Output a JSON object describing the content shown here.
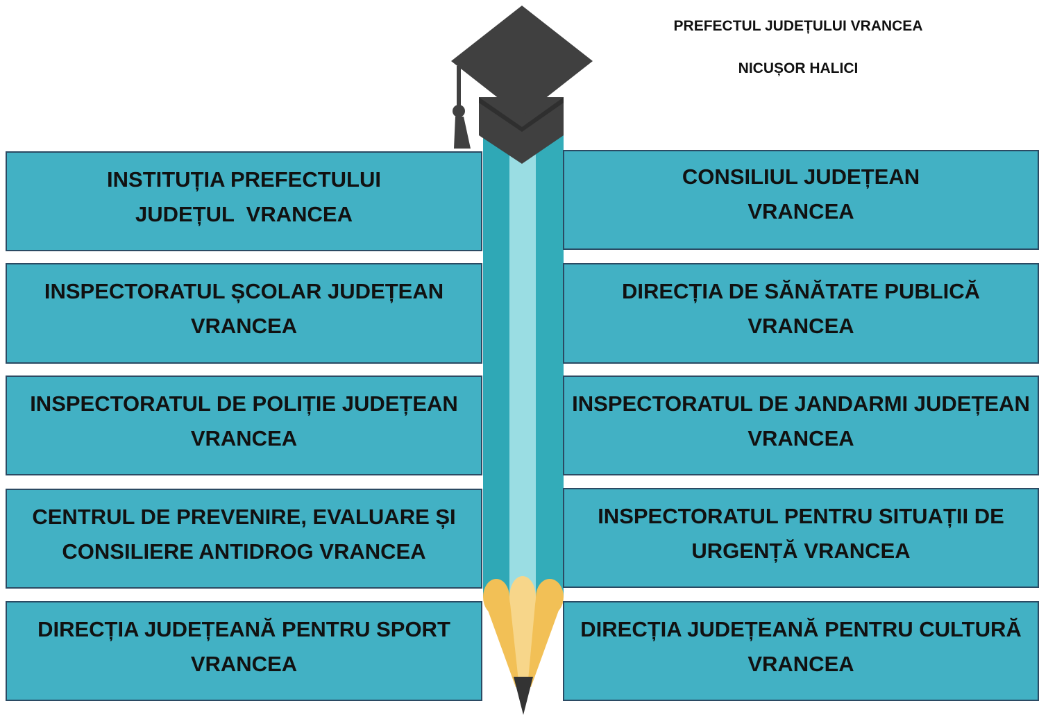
{
  "header": {
    "title": "PREFECTUL JUDEȚULUI VRANCEA",
    "name": "NICUȘOR HALICI"
  },
  "left_boxes": [
    {
      "line1": "INSTITUȚIA PREFECTULUI",
      "line2": "JUDEȚUL  VRANCEA"
    },
    {
      "line1": "INSPECTORATUL ȘCOLAR JUDEȚEAN",
      "line2": "VRANCEA"
    },
    {
      "line1": "INSPECTORATUL DE POLIȚIE JUDEȚEAN",
      "line2": "VRANCEA"
    },
    {
      "line1": "CENTRUL DE PREVENIRE, EVALUARE ȘI",
      "line2": "CONSILIERE ANTIDROG VRANCEA"
    },
    {
      "line1": "DIRECȚIA JUDEȚEANĂ PENTRU SPORT",
      "line2": "VRANCEA"
    }
  ],
  "right_boxes": [
    {
      "line1": "CONSILIUL JUDEȚEAN",
      "line2": "VRANCEA"
    },
    {
      "line1": "DIRECȚIA DE SĂNĂTATE PUBLICĂ",
      "line2": "VRANCEA"
    },
    {
      "line1": "INSPECTORATUL DE JANDARMI JUDEȚEAN",
      "line2": "VRANCEA"
    },
    {
      "line1": "INSPECTORATUL PENTRU SITUAȚII DE",
      "line2": "URGENȚĂ VRANCEA"
    },
    {
      "line1": "DIRECȚIA JUDEȚEANĂ PENTRU CULTURĂ",
      "line2": "VRANCEA"
    }
  ],
  "colors": {
    "box_fill": "#42b1c4",
    "box_border": "#2b4a63",
    "pencil_dark": "#2fa8b6",
    "pencil_light": "#9adde3",
    "pencil_tip_wood": "#f2c056",
    "pencil_tip_light": "#f7d68a",
    "lead": "#333333",
    "cap": "#404040"
  },
  "icons": [
    "graduation-cap-icon",
    "pencil-icon"
  ]
}
